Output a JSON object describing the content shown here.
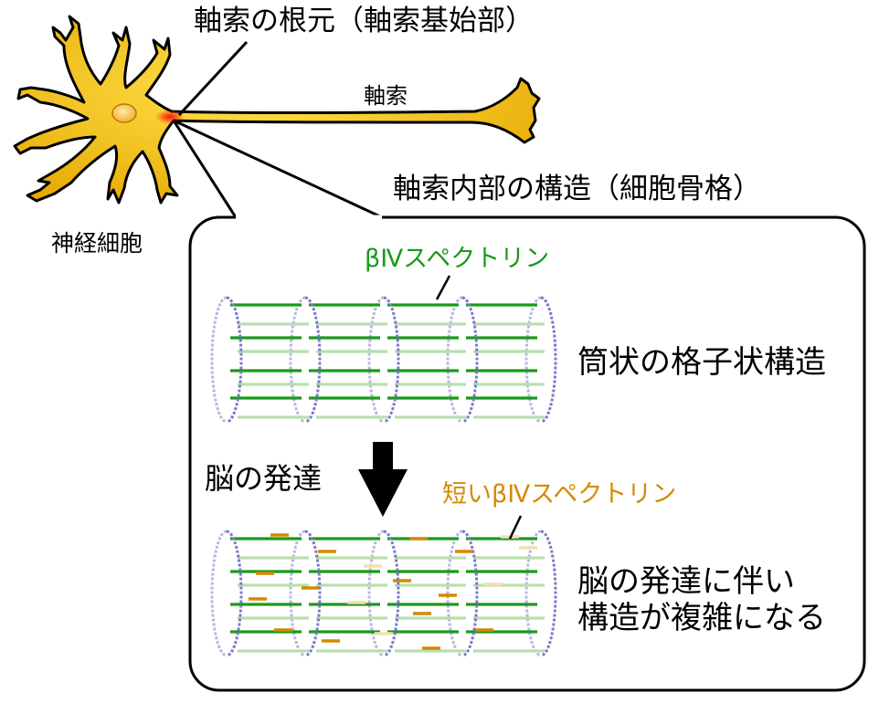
{
  "labels": {
    "axon_root": "軸索の根元（軸索基始部）",
    "axon": "軸索",
    "neuron": "神経細胞",
    "inner_structure": "軸索内部の構造（細胞骨格）",
    "spectrin": "βⅣスペクトリン",
    "lattice": "筒状の格子状構造",
    "brain_dev": "脳の発達",
    "short_spectrin": "短いβⅣスペクトリン",
    "complex_line1": "脳の発達に伴い",
    "complex_line2": "構造が複雑になる"
  },
  "colors": {
    "neuron_fill": "#f5c21b",
    "neuron_dark": "#e0a000",
    "root_red": "#ff1a1a",
    "spectrin_green": "#1a9a1a",
    "spectrin_light": "#b9dfb0",
    "short_orange": "#d48a00",
    "short_light": "#f5ddb0",
    "ring_blue": "#7a7ac8"
  }
}
